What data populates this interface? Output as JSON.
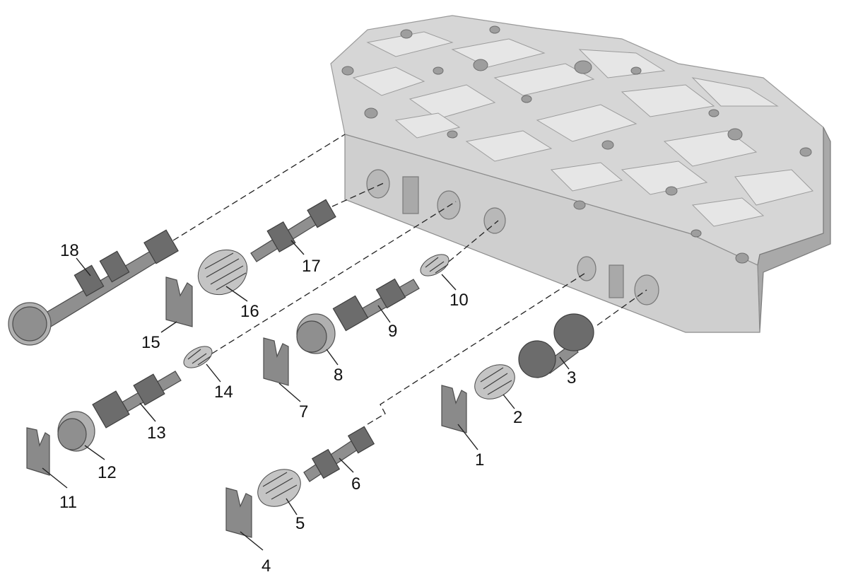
{
  "figure": {
    "callouts": [
      "1",
      "2",
      "3",
      "4",
      "5",
      "6",
      "7",
      "8",
      "9",
      "10",
      "11",
      "12",
      "13",
      "14",
      "15",
      "16",
      "17",
      "18"
    ]
  },
  "parts": [
    {
      "id": 1,
      "icon": "retainer-clip-icon"
    },
    {
      "id": 2,
      "icon": "spring-icon"
    },
    {
      "id": 3,
      "icon": "valve-spool-icon"
    },
    {
      "id": 4,
      "icon": "retainer-clip-icon"
    },
    {
      "id": 5,
      "icon": "spring-icon"
    },
    {
      "id": 6,
      "icon": "valve-spool-icon"
    },
    {
      "id": 7,
      "icon": "retainer-clip-icon"
    },
    {
      "id": 8,
      "icon": "plug-icon"
    },
    {
      "id": 9,
      "icon": "valve-spool-icon"
    },
    {
      "id": 10,
      "icon": "spring-icon"
    },
    {
      "id": 11,
      "icon": "retainer-clip-icon"
    },
    {
      "id": 12,
      "icon": "plug-icon"
    },
    {
      "id": 13,
      "icon": "valve-spool-icon"
    },
    {
      "id": 14,
      "icon": "spring-icon"
    },
    {
      "id": 15,
      "icon": "retainer-clip-icon"
    },
    {
      "id": 16,
      "icon": "spring-icon"
    },
    {
      "id": 17,
      "icon": "valve-spool-icon"
    },
    {
      "id": 18,
      "icon": "valve-spool-icon"
    }
  ],
  "colors": {
    "background": "#ffffff",
    "valve_body": "#d6d6d6",
    "parts": "#8f8f8f",
    "lines": "#222222"
  }
}
